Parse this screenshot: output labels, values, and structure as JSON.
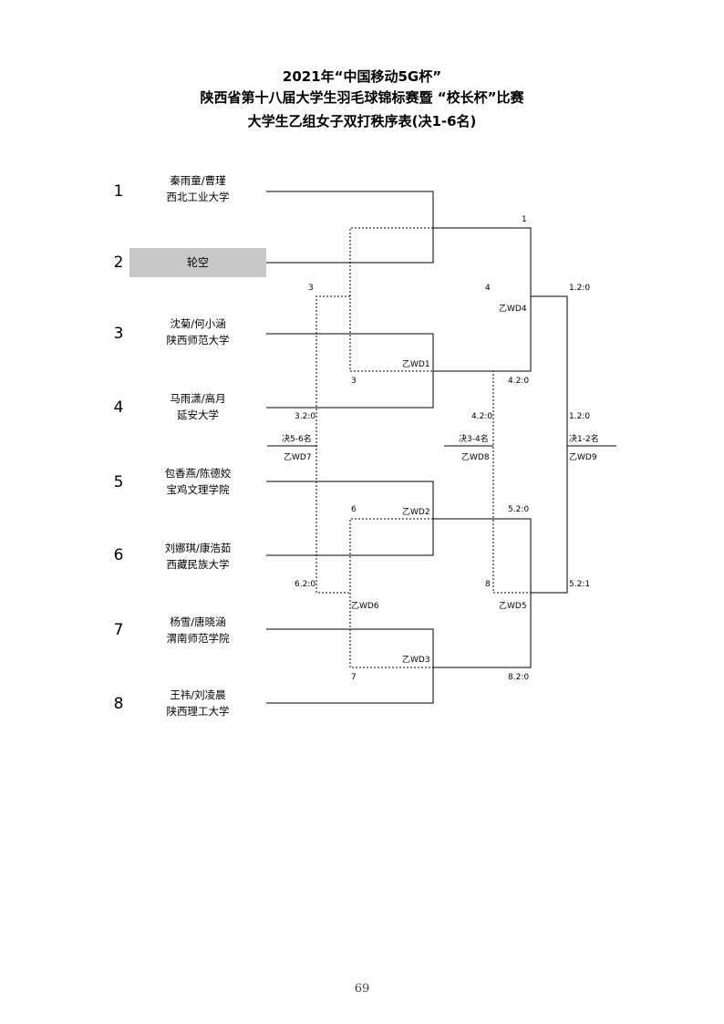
{
  "title": {
    "line1": "2021年“中国移动5G杯”",
    "line2": "陕西省第十八届大学生羽毛球锦标赛暨 “校长杯”比赛",
    "line3": "大学生乙组女子双打秩序表(决1-6名)"
  },
  "seeds": [
    "1",
    "2",
    "3",
    "4",
    "5",
    "6",
    "7",
    "8"
  ],
  "teams": [
    {
      "players": "秦雨童/曹瑾",
      "school": "西北工业大学"
    },
    {
      "players": "轮空",
      "school": ""
    },
    {
      "players": "沈菊/何小涵",
      "school": "陕西师范大学"
    },
    {
      "players": "马雨潇/高月",
      "school": "延安大学"
    },
    {
      "players": "包香燕/陈德姣",
      "school": "宝鸡文理学院"
    },
    {
      "players": "刘娜琪/康浩茹",
      "school": "西藏民族大学"
    },
    {
      "players": "杨雪/唐晓涵",
      "school": "渭南师范学院"
    },
    {
      "players": "王祎/刘凌晨",
      "school": "陕西理工大学"
    }
  ],
  "labels": {
    "m1": "1",
    "m4a": "4",
    "wd4": "乙WD4",
    "r12": "1.2:0",
    "m3a": "3",
    "wd1": "乙WD1",
    "m3b": "3",
    "r42a": "4.2:0",
    "r32": "3.2:0",
    "r42b": "4.2:0",
    "r12b": "1.2:0",
    "place56": "决5-6名",
    "place34": "决3-4名",
    "place12": "决1-2名",
    "wd7": "乙WD7",
    "wd8": "乙WD8",
    "wd9": "乙WD9",
    "m6": "6",
    "wd2": "乙WD2",
    "r52a": "5.2:0",
    "r62": "6.2:0",
    "m8": "8",
    "r521": "5.2:1",
    "wd6": "乙WD6",
    "wd5": "乙WD5",
    "wd3": "乙WD3",
    "m7": "7",
    "r82": "8.2:0"
  },
  "page_number": "69"
}
